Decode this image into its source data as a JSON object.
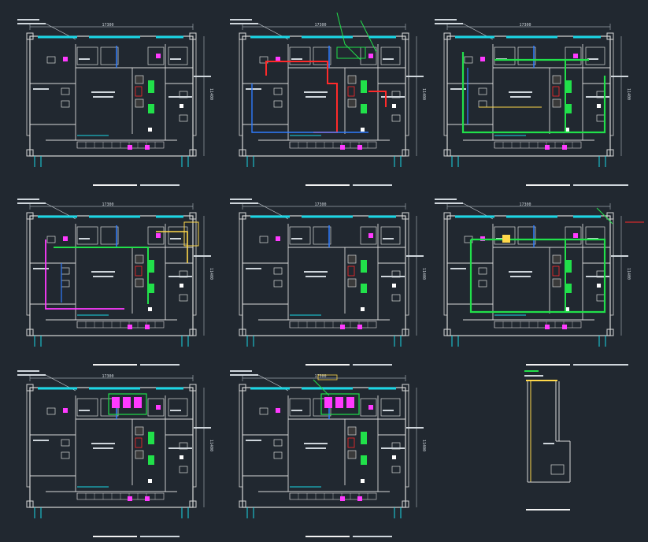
{
  "canvas": {
    "background": "#212830"
  },
  "colors": {
    "wall": "#d8d8d8",
    "dim": "#9aa3aa",
    "window": "#19d7e6",
    "green": "#21e04a",
    "red": "#ff2a2a",
    "blue": "#2f7cff",
    "magenta": "#ff3aff",
    "yellow": "#ffd84a",
    "text": "#cfd6dc",
    "underline": "#f2f2f2"
  },
  "plans": [
    {
      "id": "plan-1",
      "dim_top": "17300",
      "dim_side": "11400",
      "overlay": "plain",
      "caption": ""
    },
    {
      "id": "plan-2",
      "dim_top": "17300",
      "dim_side": "11400",
      "overlay": "red-duct",
      "caption": ""
    },
    {
      "id": "plan-3",
      "dim_top": "17300",
      "dim_side": "11400",
      "overlay": "green-duct",
      "caption": ""
    },
    {
      "id": "plan-4",
      "dim_top": "17300",
      "dim_side": "11400",
      "overlay": "mixed-duct",
      "caption": ""
    },
    {
      "id": "plan-5",
      "dim_top": "17300",
      "dim_side": "11400",
      "overlay": "plain",
      "caption": ""
    },
    {
      "id": "plan-6",
      "dim_top": "17300",
      "dim_side": "11400",
      "overlay": "green-loop",
      "caption": ""
    },
    {
      "id": "plan-7",
      "dim_top": "17300",
      "dim_side": "11400",
      "overlay": "top-unit",
      "caption": ""
    },
    {
      "id": "plan-8",
      "dim_top": "17300",
      "dim_side": "11400",
      "overlay": "top-unit-b",
      "caption": ""
    }
  ],
  "section_detail": {
    "id": "section-detail"
  }
}
